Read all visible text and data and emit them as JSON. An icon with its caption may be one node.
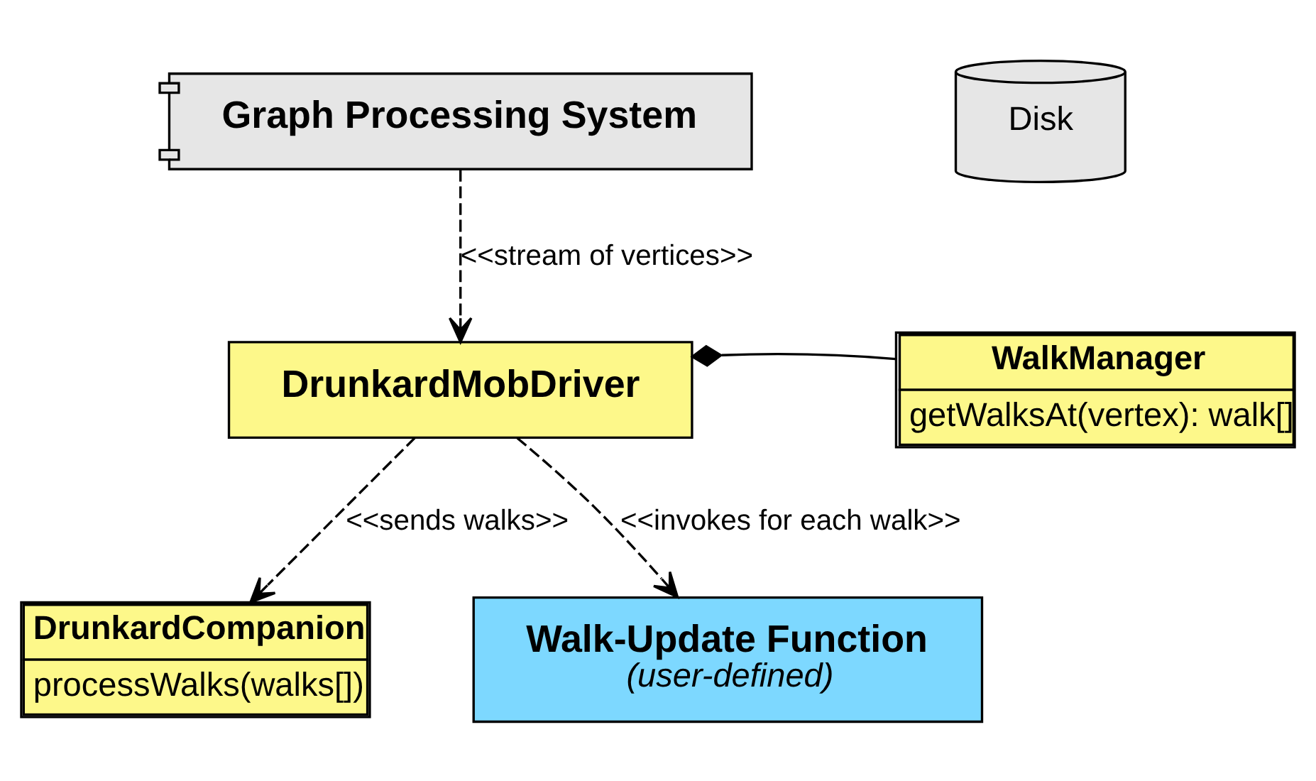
{
  "diagram": {
    "nodes": [
      {
        "text": [
          "Graph Processing System"
        ]
      },
      {
        "text": [
          "Disk"
        ]
      },
      {
        "text": [
          "DrunkardMobDriver"
        ]
      },
      {
        "text": [
          "WalkManager",
          "getWalksAt(vertex): walk[]"
        ]
      },
      {
        "text": [
          "DrunkardCompanion",
          "processWalks(walks[])"
        ]
      },
      {
        "text": [
          "Walk-Update Function",
          "(user-defined)"
        ]
      }
    ],
    "edges": [
      {
        "from": 0,
        "to": 2,
        "arrow": "to",
        "style": "dashed",
        "label": "<<stream of vertices>>"
      },
      {
        "from": 2,
        "to": 3,
        "arrow": "other"
      },
      {
        "from": 2,
        "to": 4,
        "arrow": "to",
        "style": "dashed",
        "label": "<<sends walks>>"
      },
      {
        "from": 2,
        "to": 5,
        "arrow": "to",
        "style": "dashed",
        "label": "<<invokes for each walk>>"
      }
    ]
  }
}
